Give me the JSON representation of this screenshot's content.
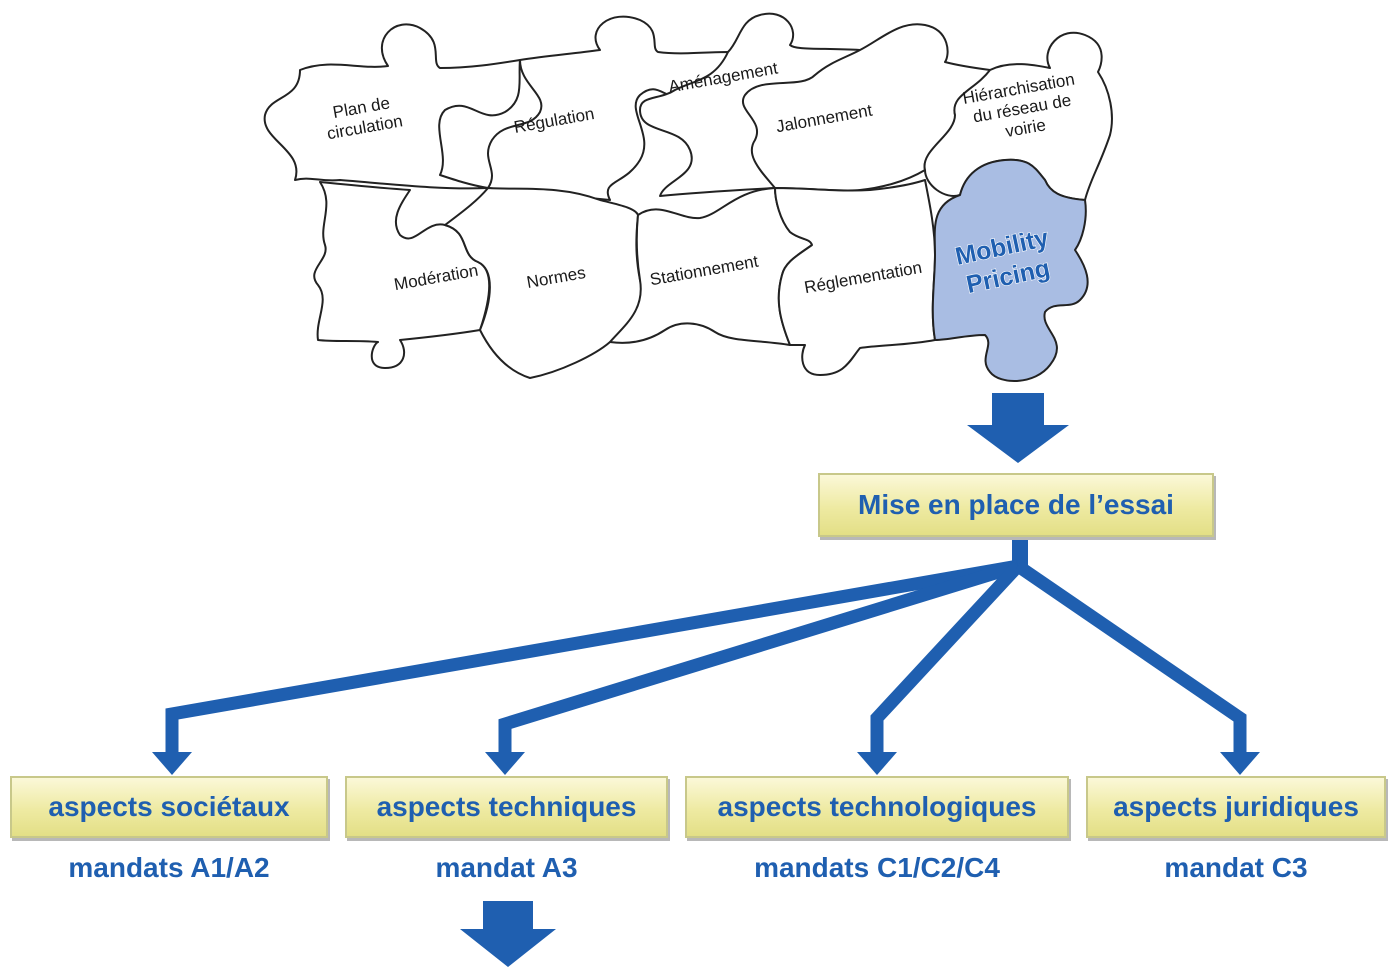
{
  "puzzle": {
    "pieces": [
      {
        "lines": [
          "Plan de",
          "circulation"
        ]
      },
      {
        "lines": [
          "Régulation"
        ]
      },
      {
        "lines": [
          "Aménagement"
        ]
      },
      {
        "lines": [
          "Jalonnement"
        ]
      },
      {
        "lines": [
          "Hiérarchisation",
          "du réseau de",
          "voirie"
        ]
      },
      {
        "lines": [
          "Modération"
        ]
      },
      {
        "lines": [
          "Normes"
        ]
      },
      {
        "lines": [
          "Stationnement"
        ]
      },
      {
        "lines": [
          "Réglementation"
        ]
      }
    ],
    "highlight": {
      "lines": [
        "Mobility",
        "Pricing"
      ]
    }
  },
  "center_box": {
    "label": "Mise en place de l’essai"
  },
  "branches": [
    {
      "label": "aspects sociétaux",
      "mandat": "mandats A1/A2"
    },
    {
      "label": "aspects techniques",
      "mandat": "mandat A3"
    },
    {
      "label": "aspects technologiques",
      "mandat": "mandats C1/C2/C4"
    },
    {
      "label": "aspects juridiques",
      "mandat": "mandat C3"
    }
  ],
  "colors": {
    "arrow_blue": "#1f5fb0",
    "highlight_fill": "#a9bde3",
    "box_fill": "#f0ecae",
    "box_border": "#c8c88a"
  }
}
